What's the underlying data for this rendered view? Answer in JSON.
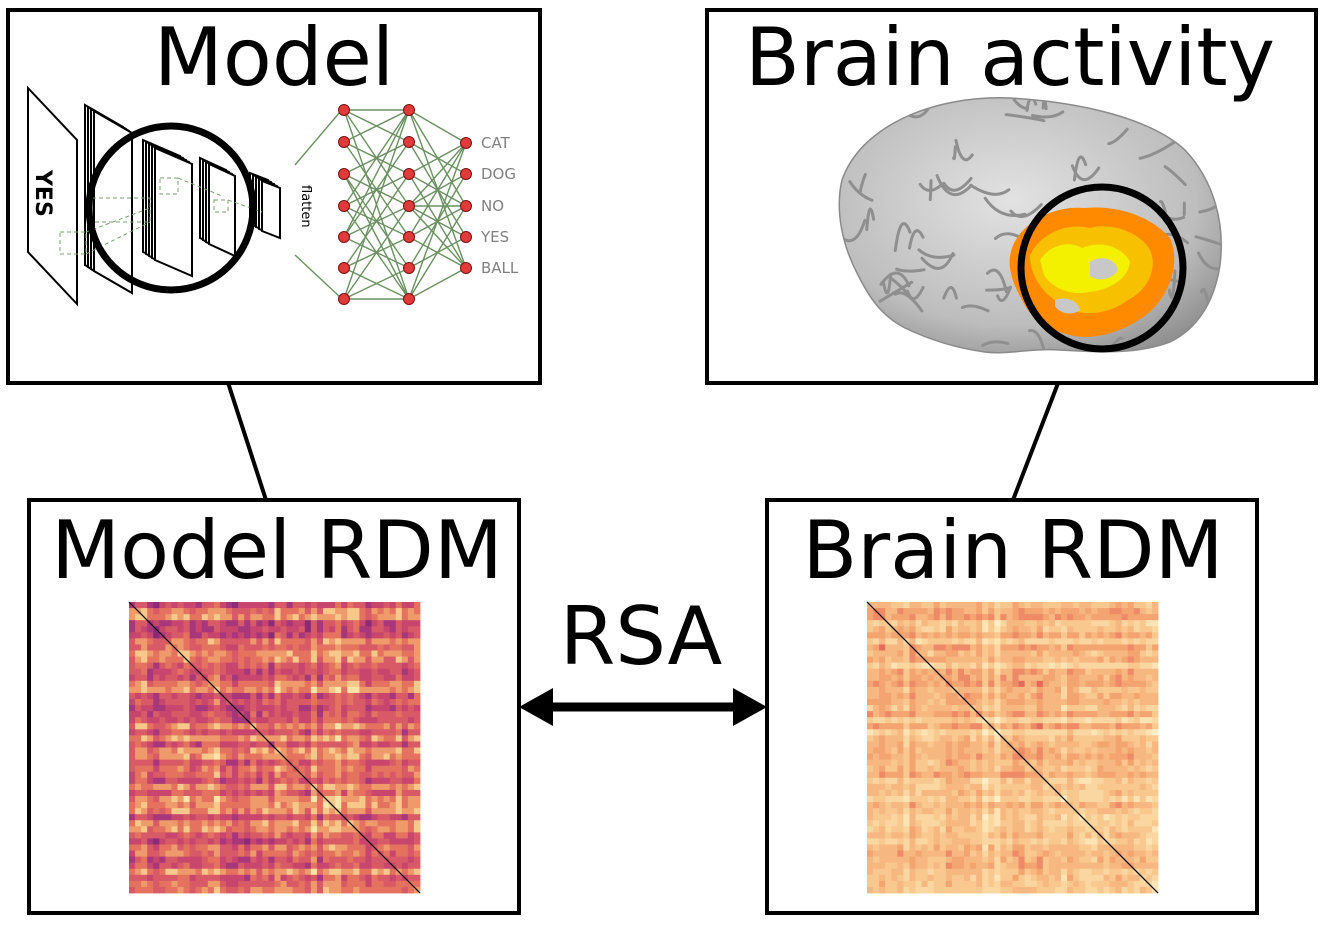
{
  "panels": {
    "model": {
      "title": "Model"
    },
    "brain": {
      "title": "Brain activity"
    },
    "model_rdm": {
      "title": "Model RDM"
    },
    "brain_rdm": {
      "title": "Brain RDM"
    }
  },
  "network": {
    "input_text": "YES",
    "flatten_label": "flatten",
    "output_classes": [
      "CAT",
      "DOG",
      "NO",
      "YES",
      "BALL"
    ],
    "highlighted_class": "YES",
    "highlight_color": "#e8000b",
    "neuron_color": "#e03a3a",
    "edge_color": "#6a9060"
  },
  "comparison": {
    "label": "RSA"
  },
  "colors": {
    "model_rdm_tone": "#c8466e",
    "brain_rdm_tone": "#f6b880",
    "activation_hot": "#ff8a00",
    "activation_peak": "#f3f000",
    "brain_surface": "#c8c8c8"
  }
}
